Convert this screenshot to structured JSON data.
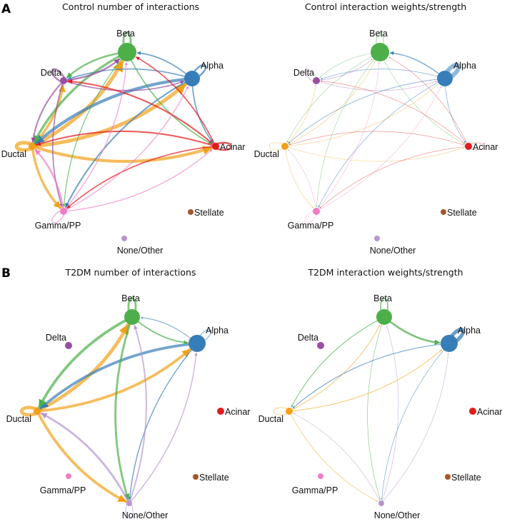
{
  "panel_letters": [
    "A",
    "B"
  ],
  "cell_types": [
    {
      "name": "Beta",
      "color": "#4DAF4A"
    },
    {
      "name": "Alpha",
      "color": "#377EB8"
    },
    {
      "name": "Delta",
      "color": "#984EA3"
    },
    {
      "name": "Ductal",
      "color": "#F1A118"
    },
    {
      "name": "Acinar",
      "color": "#E41A1C"
    },
    {
      "name": "Gamma/PP",
      "color": "#F07DC3"
    },
    {
      "name": "Stellate",
      "color": "#A65628"
    },
    {
      "name": "None/Other",
      "color": "#B796CF"
    }
  ],
  "chart_data": [
    {
      "type": "chord-network",
      "title": "Control number of interactions",
      "nodes": [
        {
          "name": "Beta",
          "size": 13
        },
        {
          "name": "Alpha",
          "size": 11
        },
        {
          "name": "Delta",
          "size": 5
        },
        {
          "name": "Ductal",
          "size": 5
        },
        {
          "name": "Acinar",
          "size": 5
        },
        {
          "name": "Gamma/PP",
          "size": 5
        },
        {
          "name": "Stellate",
          "size": 4
        },
        {
          "name": "None/Other",
          "size": 4
        }
      ],
      "self_loops": [
        {
          "node": "Beta",
          "weight": 3.5
        },
        {
          "node": "Alpha",
          "weight": 3
        },
        {
          "node": "Delta",
          "weight": 3
        },
        {
          "node": "Ductal",
          "weight": 6
        },
        {
          "node": "Acinar",
          "weight": 3
        },
        {
          "node": "Gamma/PP",
          "weight": 1.5
        }
      ],
      "edges": [
        {
          "from": "Ductal",
          "to": "Beta",
          "weight": 6
        },
        {
          "from": "Ductal",
          "to": "Alpha",
          "weight": 6
        },
        {
          "from": "Ductal",
          "to": "Acinar",
          "weight": 5
        },
        {
          "from": "Ductal",
          "to": "Delta",
          "weight": 4
        },
        {
          "from": "Ductal",
          "to": "Gamma/PP",
          "weight": 4
        },
        {
          "from": "Alpha",
          "to": "Ductal",
          "weight": 5
        },
        {
          "from": "Alpha",
          "to": "Gamma/PP",
          "weight": 2.5
        },
        {
          "from": "Alpha",
          "to": "Beta",
          "weight": 2
        },
        {
          "from": "Alpha",
          "to": "Delta",
          "weight": 2
        },
        {
          "from": "Alpha",
          "to": "Acinar",
          "weight": 2
        },
        {
          "from": "Beta",
          "to": "Ductal",
          "weight": 4
        },
        {
          "from": "Beta",
          "to": "Delta",
          "weight": 3
        },
        {
          "from": "Beta",
          "to": "Acinar",
          "weight": 2
        },
        {
          "from": "Beta",
          "to": "Gamma/PP",
          "weight": 1.5
        },
        {
          "from": "Delta",
          "to": "Beta",
          "weight": 3
        },
        {
          "from": "Delta",
          "to": "Ductal",
          "weight": 2.5
        },
        {
          "from": "Delta",
          "to": "Alpha",
          "weight": 2
        },
        {
          "from": "Delta",
          "to": "Gamma/PP",
          "weight": 2
        },
        {
          "from": "Acinar",
          "to": "Delta",
          "weight": 2.5
        },
        {
          "from": "Acinar",
          "to": "Beta",
          "weight": 2
        },
        {
          "from": "Acinar",
          "to": "Ductal",
          "weight": 2.5
        },
        {
          "from": "Acinar",
          "to": "Gamma/PP",
          "weight": 2
        },
        {
          "from": "Gamma/PP",
          "to": "Ductal",
          "weight": 3
        },
        {
          "from": "Gamma/PP",
          "to": "Alpha",
          "weight": 1.5
        },
        {
          "from": "Gamma/PP",
          "to": "Beta",
          "weight": 1.5
        },
        {
          "from": "Gamma/PP",
          "to": "Acinar",
          "weight": 1.5
        }
      ]
    },
    {
      "type": "chord-network",
      "title": "Control interaction weights/strength",
      "nodes": [
        {
          "name": "Beta",
          "size": 13
        },
        {
          "name": "Alpha",
          "size": 11
        },
        {
          "name": "Delta",
          "size": 5
        },
        {
          "name": "Ductal",
          "size": 5
        },
        {
          "name": "Acinar",
          "size": 5
        },
        {
          "name": "Gamma/PP",
          "size": 5
        },
        {
          "name": "Stellate",
          "size": 4
        },
        {
          "name": "None/Other",
          "size": 4
        }
      ],
      "self_loops": [
        {
          "node": "Beta",
          "weight": 1
        },
        {
          "node": "Alpha",
          "weight": 6
        },
        {
          "node": "Delta",
          "weight": 0.5
        },
        {
          "node": "Ductal",
          "weight": 0.5
        },
        {
          "node": "Acinar",
          "weight": 0.5
        },
        {
          "node": "Gamma/PP",
          "weight": 0.5
        }
      ],
      "edges": [
        {
          "from": "Alpha",
          "to": "Beta",
          "weight": 1.8
        },
        {
          "from": "Alpha",
          "to": "Ductal",
          "weight": 0.9
        },
        {
          "from": "Alpha",
          "to": "Delta",
          "weight": 0.8
        },
        {
          "from": "Alpha",
          "to": "Gamma/PP",
          "weight": 0.8
        },
        {
          "from": "Alpha",
          "to": "Acinar",
          "weight": 0.8
        },
        {
          "from": "Beta",
          "to": "Delta",
          "weight": 0.5
        },
        {
          "from": "Beta",
          "to": "Ductal",
          "weight": 0.5
        },
        {
          "from": "Beta",
          "to": "Acinar",
          "weight": 0.5
        },
        {
          "from": "Beta",
          "to": "Gamma/PP",
          "weight": 0.5
        },
        {
          "from": "Ductal",
          "to": "Beta",
          "weight": 0.5
        },
        {
          "from": "Ductal",
          "to": "Alpha",
          "weight": 0.5
        },
        {
          "from": "Ductal",
          "to": "Delta",
          "weight": 0.4
        },
        {
          "from": "Ductal",
          "to": "Acinar",
          "weight": 0.4
        },
        {
          "from": "Ductal",
          "to": "Gamma/PP",
          "weight": 0.4
        },
        {
          "from": "Delta",
          "to": "Beta",
          "weight": 0.5
        },
        {
          "from": "Delta",
          "to": "Alpha",
          "weight": 0.4
        },
        {
          "from": "Acinar",
          "to": "Beta",
          "weight": 0.5
        },
        {
          "from": "Acinar",
          "to": "Delta",
          "weight": 0.4
        },
        {
          "from": "Acinar",
          "to": "Ductal",
          "weight": 0.4
        },
        {
          "from": "Acinar",
          "to": "Gamma/PP",
          "weight": 0.4
        },
        {
          "from": "Gamma/PP",
          "to": "Beta",
          "weight": 0.4
        },
        {
          "from": "Gamma/PP",
          "to": "Alpha",
          "weight": 0.4
        },
        {
          "from": "Gamma/PP",
          "to": "Ductal",
          "weight": 0.4
        }
      ]
    },
    {
      "type": "chord-network",
      "title": "T2DM number of interactions",
      "nodes": [
        {
          "name": "Beta",
          "size": 11
        },
        {
          "name": "Alpha",
          "size": 12
        },
        {
          "name": "Delta",
          "size": 5
        },
        {
          "name": "Ductal",
          "size": 5
        },
        {
          "name": "Acinar",
          "size": 5
        },
        {
          "name": "Gamma/PP",
          "size": 4
        },
        {
          "name": "Stellate",
          "size": 4
        },
        {
          "name": "None/Other",
          "size": 4
        }
      ],
      "self_loops": [
        {
          "node": "Beta",
          "weight": 3
        },
        {
          "node": "Alpha",
          "weight": 1
        },
        {
          "node": "Ductal",
          "weight": 5
        },
        {
          "node": "None/Other",
          "weight": 1
        }
      ],
      "edges": [
        {
          "from": "Ductal",
          "to": "Beta",
          "weight": 5
        },
        {
          "from": "Ductal",
          "to": "Alpha",
          "weight": 4
        },
        {
          "from": "Ductal",
          "to": "None/Other",
          "weight": 4
        },
        {
          "from": "Alpha",
          "to": "Ductal",
          "weight": 4
        },
        {
          "from": "Alpha",
          "to": "None/Other",
          "weight": 1.5
        },
        {
          "from": "Alpha",
          "to": "Beta",
          "weight": 1
        },
        {
          "from": "Beta",
          "to": "Ductal",
          "weight": 4
        },
        {
          "from": "Beta",
          "to": "None/Other",
          "weight": 3
        },
        {
          "from": "Beta",
          "to": "Alpha",
          "weight": 2
        },
        {
          "from": "None/Other",
          "to": "Ductal",
          "weight": 3
        },
        {
          "from": "None/Other",
          "to": "Beta",
          "weight": 2
        },
        {
          "from": "None/Other",
          "to": "Alpha",
          "weight": 1.5
        }
      ]
    },
    {
      "type": "chord-network",
      "title": "T2DM interaction weights/strength",
      "nodes": [
        {
          "name": "Beta",
          "size": 11
        },
        {
          "name": "Alpha",
          "size": 12
        },
        {
          "name": "Delta",
          "size": 5
        },
        {
          "name": "Ductal",
          "size": 5
        },
        {
          "name": "Acinar",
          "size": 5
        },
        {
          "name": "Gamma/PP",
          "size": 4
        },
        {
          "name": "Stellate",
          "size": 4
        },
        {
          "name": "None/Other",
          "size": 4
        }
      ],
      "self_loops": [
        {
          "node": "Beta",
          "weight": 1.5
        },
        {
          "node": "Alpha",
          "weight": 5
        },
        {
          "node": "Ductal",
          "weight": 0.5
        }
      ],
      "edges": [
        {
          "from": "Beta",
          "to": "Alpha",
          "weight": 2.5
        },
        {
          "from": "Beta",
          "to": "Ductal",
          "weight": 1
        },
        {
          "from": "Beta",
          "to": "None/Other",
          "weight": 0.6
        },
        {
          "from": "Alpha",
          "to": "Ductal",
          "weight": 1
        },
        {
          "from": "Alpha",
          "to": "None/Other",
          "weight": 0.5
        },
        {
          "from": "Ductal",
          "to": "Beta",
          "weight": 0.8
        },
        {
          "from": "Ductal",
          "to": "Alpha",
          "weight": 0.8
        },
        {
          "from": "Ductal",
          "to": "None/Other",
          "weight": 0.5
        },
        {
          "from": "None/Other",
          "to": "Beta",
          "weight": 0.5
        },
        {
          "from": "None/Other",
          "to": "Alpha",
          "weight": 0.4
        },
        {
          "from": "None/Other",
          "to": "Ductal",
          "weight": 0.4
        }
      ]
    }
  ]
}
